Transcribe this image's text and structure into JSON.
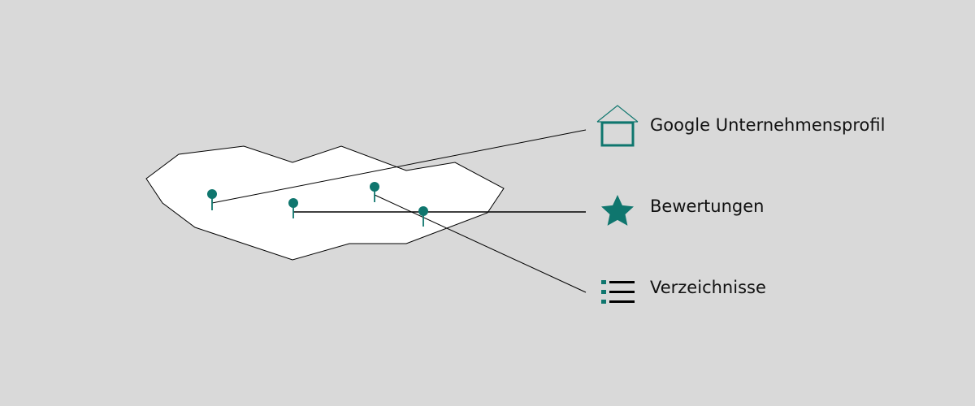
{
  "colors": {
    "background": "#d9d9d9",
    "accent": "#0f766e",
    "map_fill": "#ffffff",
    "line": "#000000"
  },
  "legend": {
    "items": [
      {
        "label": "Google Unternehmensprofil",
        "icon": "house-icon"
      },
      {
        "label": "Bewertungen",
        "icon": "star-icon"
      },
      {
        "label": "Verzeichnisse",
        "icon": "list-icon"
      }
    ]
  },
  "map": {
    "pin_count": 4,
    "pin_icon": "map-pin-icon"
  }
}
